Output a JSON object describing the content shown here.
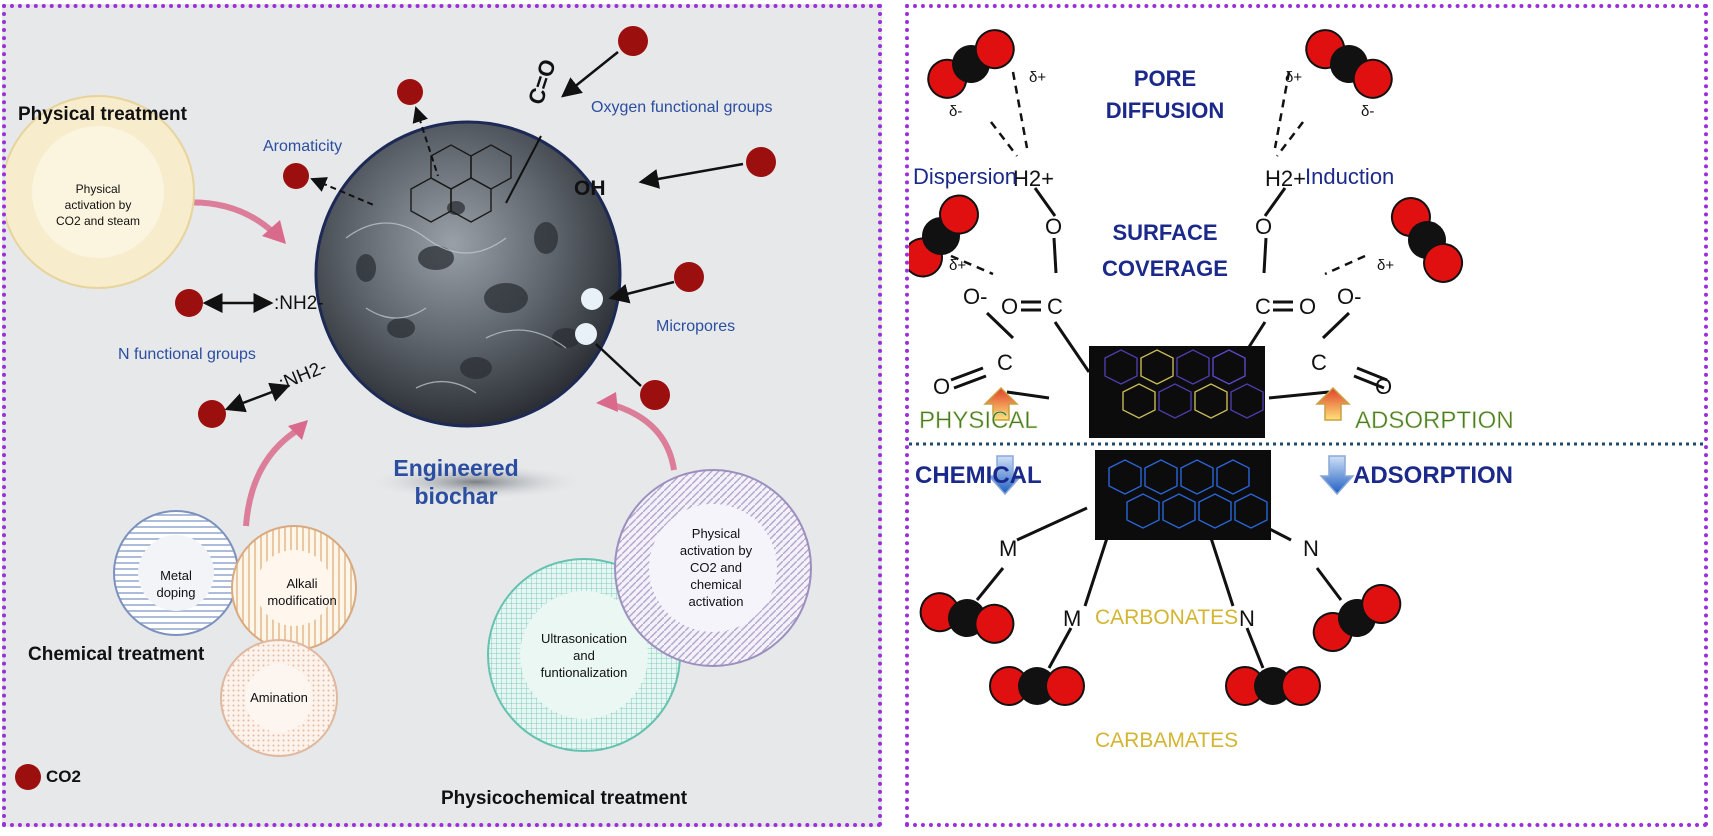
{
  "left": {
    "physical_treatment": "Physical treatment",
    "physical_gear": [
      "Physical",
      "activation by",
      "CO2 and steam"
    ],
    "aromaticity": "Aromaticity",
    "oxygen_groups": "Oxygen functional groups",
    "carbonyl": "C=O",
    "hydroxyl": "OH",
    "amine_top": ":NH2-",
    "amine_bottom": ":NH2-",
    "n_groups": "N functional groups",
    "micropores": "Micropores",
    "engineered_biochar": [
      "Engineered",
      "biochar"
    ],
    "metal_doping": [
      "Metal",
      "doping"
    ],
    "alkali_modification": [
      "Alkali",
      "modification"
    ],
    "amination": "Amination",
    "chemical_treatment": "Chemical treatment",
    "ultrasonication": [
      "Ultrasonication",
      "and",
      "funtionalization"
    ],
    "physical_chemical_activation": [
      "Physical",
      "activation by",
      "CO2 and",
      "chemical",
      "activation"
    ],
    "physicochemical_treatment": "Physicochemical treatment",
    "legend_label": "CO2"
  },
  "right": {
    "pore_diffusion": [
      "PORE",
      "DIFFUSION"
    ],
    "surface_coverage": [
      "SURFACE",
      "COVERAGE"
    ],
    "dispersion": "Dispersion",
    "induction": "Induction",
    "physical": "PHYSICAL",
    "adsorption_top": "ADSORPTION",
    "chemical": "CHEMICAL",
    "adsorption_bottom": "ADSORPTION",
    "carbonates": "CARBONATES",
    "carbamates": "CARBAMATES",
    "h2plus": "H2+",
    "o_minus": "O-",
    "oxygen": "O",
    "carbon": "C",
    "metal": "M",
    "nitrogen": "N",
    "delta_minus": "δ-",
    "delta_plus": "δ+"
  },
  "colors": {
    "border": "#9b30d9",
    "co2_dark_red": "#9c0f0f",
    "oxygen_red": "#e01010",
    "navy_text": "#1b2a8a",
    "green_label": "#3c7d36",
    "yellow_label": "#d4b531",
    "pink_arrow": "#d96a8c"
  }
}
